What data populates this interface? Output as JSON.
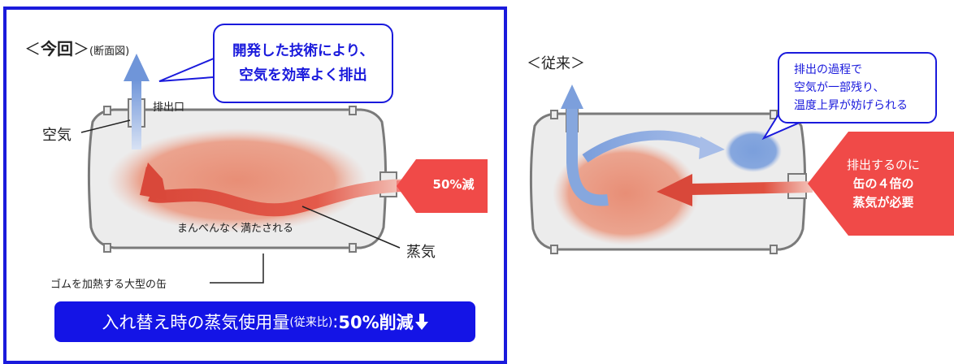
{
  "left": {
    "title_open": "＜",
    "title_bold": "今回",
    "title_close": "＞",
    "title_note": "(断面図)",
    "callout": [
      "開発した技術により、",
      "空気を効率よく排出"
    ],
    "outlet_label": "排出口",
    "air_label": "空気",
    "arrow_label": "50%減",
    "fill_label": "まんべんなく満たされる",
    "steam_label": "蒸気",
    "can_label": "ゴムを加熱する大型の缶",
    "banner_main": "入れ替え時の蒸気使用量",
    "banner_note": "(従来比)",
    "banner_colon": ":",
    "banner_value": "50%削減",
    "banner_icon": "down-arrow-icon"
  },
  "right": {
    "title": "＜従来＞",
    "callout": [
      "排出の過程で",
      "空気が一部残り、",
      "温度上昇が妨げられる"
    ],
    "arrow_text_line1": "排出するのに",
    "arrow_text_line2": "缶の４倍の",
    "arrow_text_line3": "蒸気が必要"
  },
  "colors": {
    "frame_blue": "#1a1adc",
    "banner_blue": "#1414e6",
    "steam_red": "#d94a3c",
    "air_blue": "#7a9fde",
    "arrow_red": "#f04a48"
  }
}
